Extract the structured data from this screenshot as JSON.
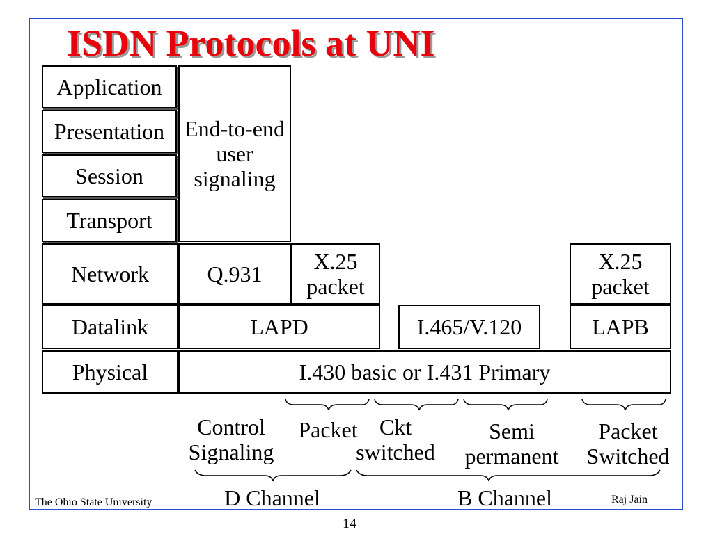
{
  "title": "ISDN Protocols at UNI",
  "layers": {
    "application": "Application",
    "presentation": "Presentation",
    "session": "Session",
    "transport": "Transport",
    "network": "Network",
    "datalink": "Datalink",
    "physical": "Physical"
  },
  "cells": {
    "end_to_end": "End-to-end user signaling",
    "q931": "Q.931",
    "x25_packet_left": "X.25 packet",
    "lapd": "LAPD",
    "i465": "I.465/V.120",
    "x25_packet_right": "X.25 packet",
    "lapb": "LAPB",
    "physical_span": "I.430 basic or I.431 Primary"
  },
  "bottom_labels": {
    "control_signaling": "Control Signaling",
    "packet": "Packet",
    "ckt_switched": "Ckt switched",
    "semi_permanent": "Semi permanent",
    "packet_switched": "Packet Switched",
    "d_channel": "D Channel",
    "b_channel": "B Channel"
  },
  "footer": {
    "left": "The Ohio State University",
    "right": "Raj Jain",
    "page": "14"
  },
  "colors": {
    "title": "#e8000b",
    "frame": "#2a4fd6"
  }
}
